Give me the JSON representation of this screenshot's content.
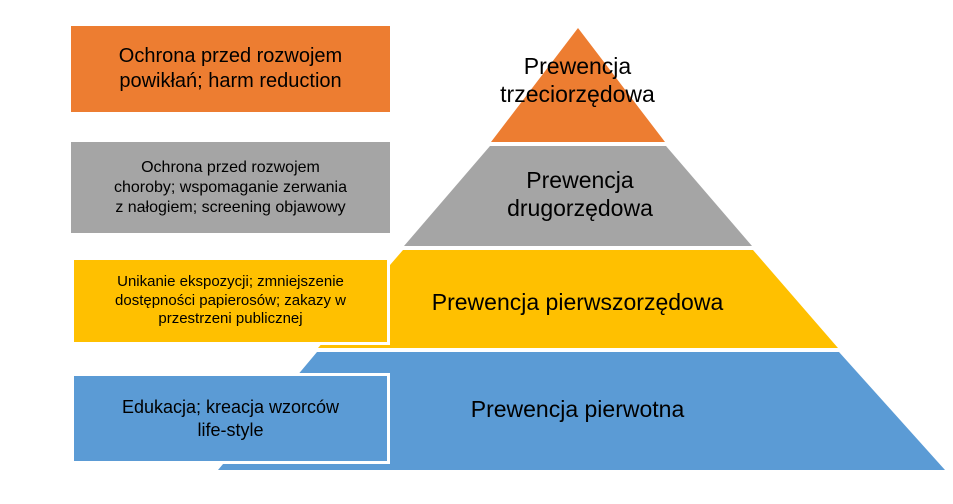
{
  "diagram": {
    "type": "prevention-pyramid",
    "title_present": false,
    "levels": [
      {
        "id": "tertiary",
        "pyramid_label": "Prewencja\ntrzeciorzędowa",
        "description": "Ochrona przed rozwojem\npowikłań; harm reduction",
        "color": "#ED7D31",
        "color_name": "orange"
      },
      {
        "id": "secondary",
        "pyramid_label": "Prewencja\ndrugorzędowa",
        "description": "Ochrona przed rozwojem\nchoroby; wspomaganie zerwania\nz nałogiem; screening objawowy",
        "color": "#A5A5A5",
        "color_name": "gray"
      },
      {
        "id": "primary",
        "pyramid_label": "Prewencja pierwszorzędowa",
        "description": "Unikanie ekspozycji; zmniejszenie\ndostępności papierosów; zakazy w\nprzestrzeni publicznej",
        "color": "#FFC000",
        "color_name": "yellow"
      },
      {
        "id": "primordial",
        "pyramid_label": "Prewencja pierwotna",
        "description": "Edukacja; kreacja wzorców\nlife-style",
        "color": "#5B9BD5",
        "color_name": "blue"
      }
    ],
    "colors": {
      "background": "#FFFFFF",
      "text": "#000000",
      "box_border": "#FFFFFF"
    }
  }
}
